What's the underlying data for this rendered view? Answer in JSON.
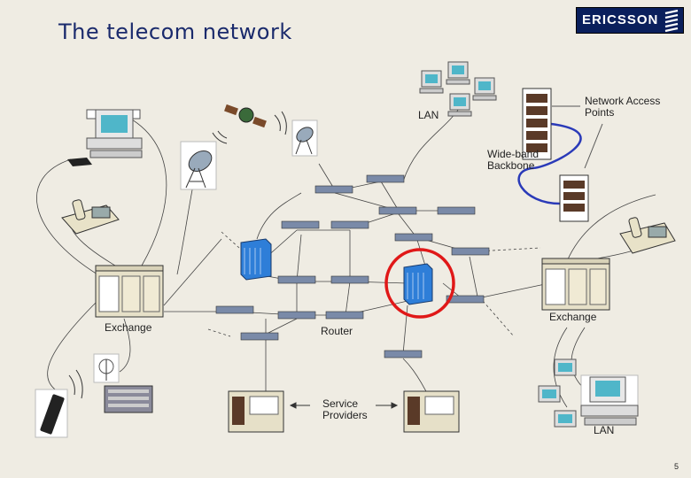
{
  "title": "The telecom network",
  "logo": {
    "text": "ERICSSON"
  },
  "labels": {
    "lan_top": "LAN",
    "network_access_points": "Network Access\nPoints",
    "wideband_backbone": "Wide-band\nBackbone",
    "exchange_left": "Exchange",
    "exchange_right": "Exchange",
    "router": "Router",
    "service_providers": "Service\nProviders",
    "lan_bottom": "LAN"
  },
  "page_number": "5",
  "colors": {
    "title": "#1a2a6c",
    "backbone": "#2a3ab8",
    "highlight": "#e01818",
    "background": "#efece3"
  }
}
